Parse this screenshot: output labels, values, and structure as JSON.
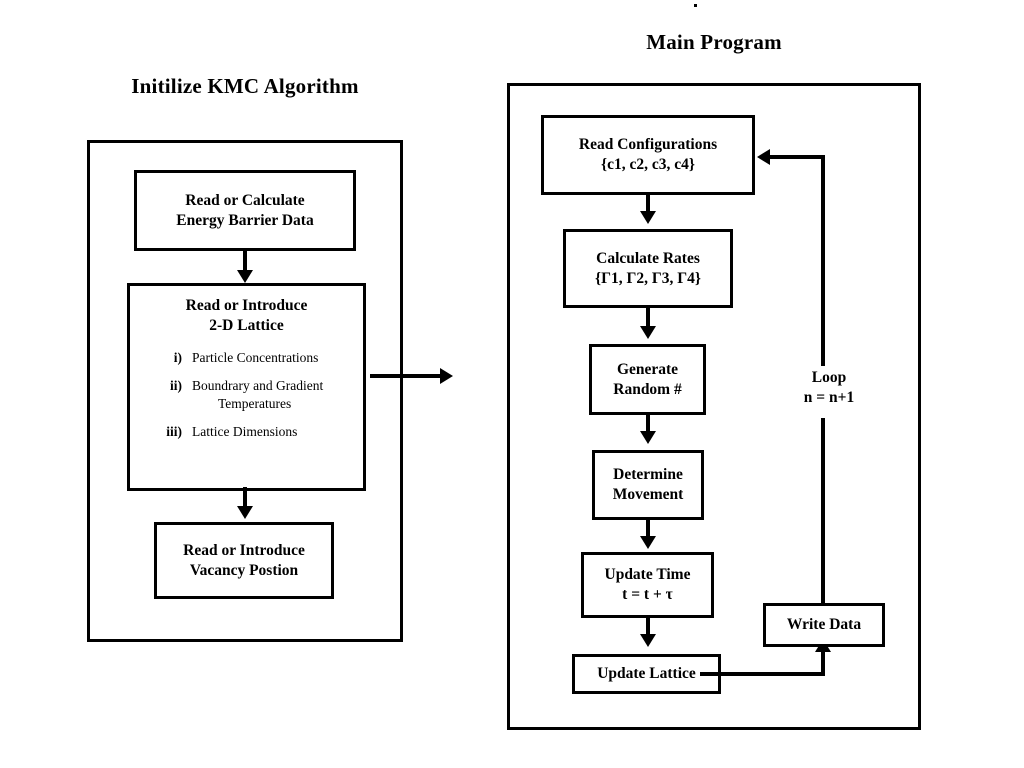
{
  "figure": {
    "stray_mark": "."
  },
  "left_panel": {
    "title": "Initilize KMC Algorithm",
    "nodes": [
      {
        "id": "energy-barrier",
        "lines": [
          "Read or Calculate",
          "Energy Barrier Data"
        ]
      },
      {
        "id": "lattice",
        "lines": [
          "Read or Introduce",
          "2-D Lattice"
        ],
        "items": [
          {
            "num": "i)",
            "text": "Particle Concentrations"
          },
          {
            "num": "ii)",
            "text": "Boundrary and Gradient",
            "text2": "Temperatures"
          },
          {
            "num": "iii)",
            "text": "Lattice Dimensions"
          }
        ]
      },
      {
        "id": "vacancy",
        "lines": [
          "Read or Introduce",
          "Vacancy Postion"
        ]
      }
    ]
  },
  "right_panel": {
    "title": "Main Program",
    "nodes": [
      {
        "id": "read-configurations",
        "lines": [
          "Read Configurations",
          "{c1, c2, c3, c4}"
        ]
      },
      {
        "id": "calculate-rates",
        "lines": [
          "Calculate Rates",
          "{Γ1, Γ2, Γ3, Γ4}"
        ]
      },
      {
        "id": "generate-random",
        "lines": [
          "Generate",
          "Random #"
        ]
      },
      {
        "id": "determine-movement",
        "lines": [
          "Determine",
          "Movement"
        ]
      },
      {
        "id": "update-time",
        "lines": [
          "Update Time",
          "t = t + τ"
        ]
      },
      {
        "id": "update-lattice",
        "lines": [
          "Update Lattice"
        ]
      },
      {
        "id": "write-data",
        "lines": [
          "Write Data"
        ]
      }
    ],
    "loop_label": {
      "line1": "Loop",
      "line2": "n = n+1"
    }
  },
  "colors": {
    "stroke": "#000000",
    "background": "#ffffff"
  }
}
